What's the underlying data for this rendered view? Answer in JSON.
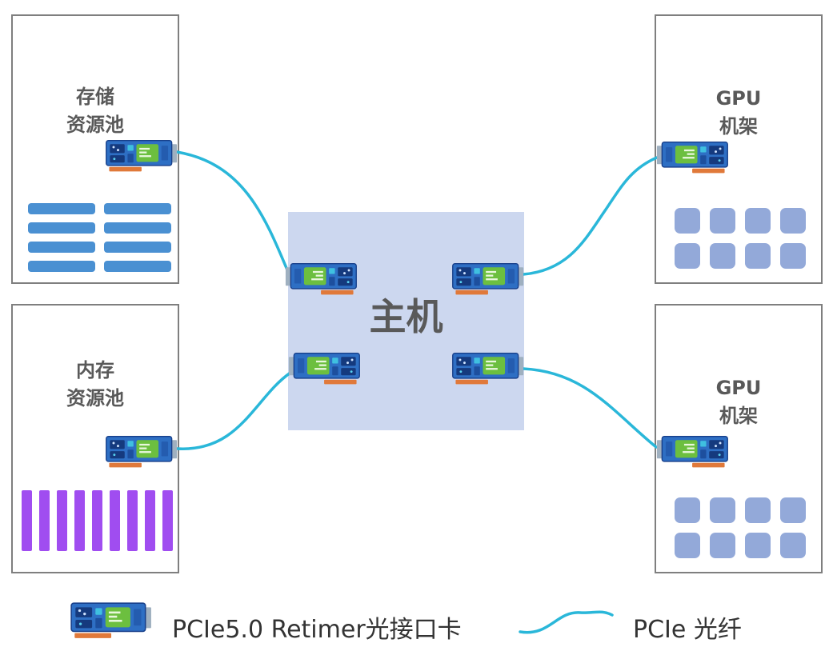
{
  "nodes": {
    "storage_pool": {
      "line1": "存储",
      "line2": "资源池",
      "disk_bars": 8
    },
    "memory_pool": {
      "line1": "内存",
      "line2": "资源池",
      "dimm_bars": 9
    },
    "host": {
      "label": "主机",
      "retimer_cards": 4
    },
    "gpu_rack_top": {
      "line1": "GPU",
      "line2": "机架",
      "gpu_units": 8
    },
    "gpu_rack_bottom": {
      "line1": "GPU",
      "line2": "机架",
      "gpu_units": 8
    }
  },
  "connections": [
    {
      "from": "storage_pool",
      "to": "host",
      "type": "pcie-fiber"
    },
    {
      "from": "memory_pool",
      "to": "host",
      "type": "pcie-fiber"
    },
    {
      "from": "host",
      "to": "gpu_rack_top",
      "type": "pcie-fiber"
    },
    {
      "from": "host",
      "to": "gpu_rack_bottom",
      "type": "pcie-fiber"
    }
  ],
  "legend": {
    "retimer_card_label": "PCIe5.0 Retimer光接口卡",
    "fiber_label": "PCIe 光纤"
  },
  "colors": {
    "fiber": "#2ab7d9",
    "storage_bar": "#4a90d2",
    "memory_bar": "#a04df0",
    "gpu_unit": "#93a9d9",
    "host_bg": "#ccd7ef",
    "box_border": "#7f7f7f",
    "label_text": "#595959",
    "card_blue": "#2e6fc4",
    "chip_green": "#6cbf3f",
    "card_orange": "#e0793a"
  }
}
